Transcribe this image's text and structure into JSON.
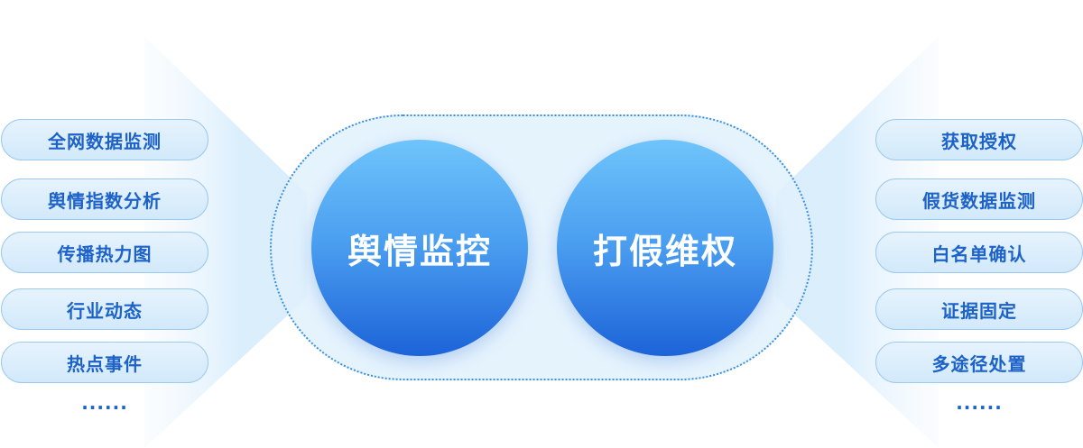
{
  "center": {
    "left_circle": "舆情监控",
    "right_circle": "打假维权"
  },
  "left_list": {
    "items": [
      "全网数据监测",
      "舆情指数分析",
      "传播热力图",
      "行业动态",
      "热点事件"
    ],
    "more": "......"
  },
  "right_list": {
    "items": [
      "获取授权",
      "假货数据监测",
      "白名单确认",
      "证据固定",
      "多途径处置"
    ],
    "more": "......"
  },
  "colors": {
    "accent_text": "#1d62c8",
    "circle_top": "#6ec4fa",
    "circle_bottom": "#1c63d8",
    "pill_border": "#9cc9ef",
    "capsule_border": "#3a8fe0"
  }
}
